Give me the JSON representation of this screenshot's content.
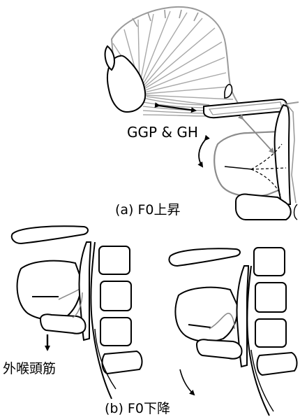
{
  "labels": {
    "muscle_pair": "GGP & GH",
    "caption_a": "(a) F0上昇",
    "external_muscle": "外喉頭筋",
    "caption_b": "(b) F0下降"
  },
  "colors": {
    "outline": "#000000",
    "tongue_fan": "#9a9a9a",
    "grey_structure": "#8c8c8c"
  }
}
